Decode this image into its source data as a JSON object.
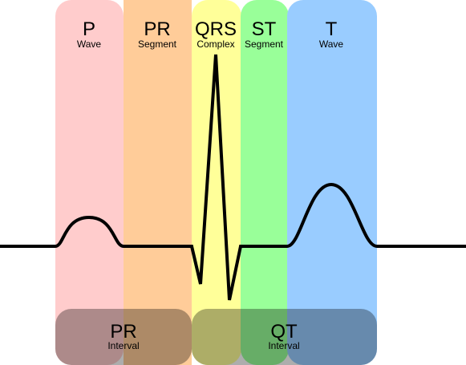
{
  "segments": [
    {
      "key": "p",
      "title": "P",
      "subtitle": "Wave",
      "color": "#ffcccc"
    },
    {
      "key": "pr",
      "title": "PR",
      "subtitle": "Segment",
      "color": "#ffcc99"
    },
    {
      "key": "qrs",
      "title": "QRS",
      "subtitle": "Complex",
      "color": "#ffff99"
    },
    {
      "key": "st",
      "title": "ST",
      "subtitle": "Segment",
      "color": "#99ff99"
    },
    {
      "key": "t",
      "title": "T",
      "subtitle": "Wave",
      "color": "#99ccff"
    }
  ],
  "intervals": [
    {
      "key": "pr",
      "title": "PR",
      "subtitle": "Interval"
    },
    {
      "key": "qt",
      "title": "QT",
      "subtitle": "Interval"
    }
  ],
  "colors": {
    "trace": "#000000",
    "interval_overlay": "#000000"
  }
}
